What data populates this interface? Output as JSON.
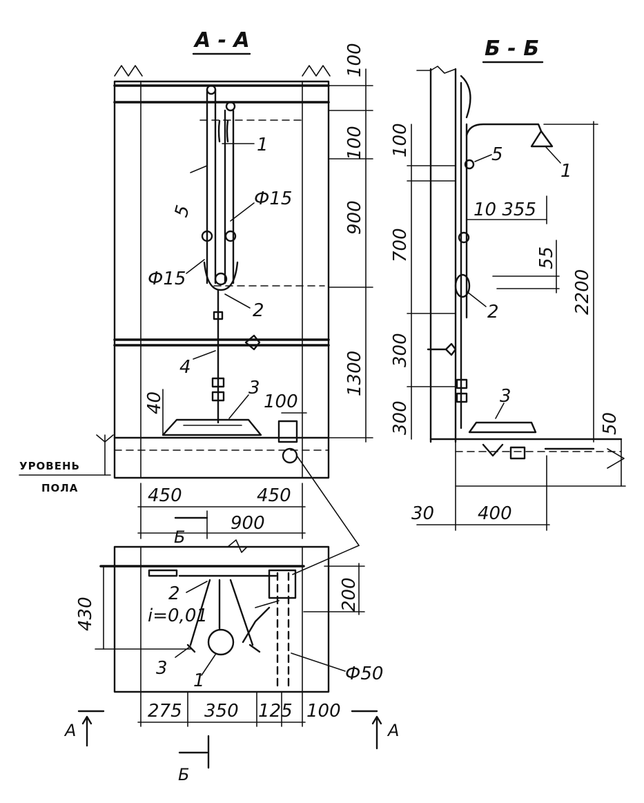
{
  "sections": {
    "aa": {
      "title": "А - А"
    },
    "bb": {
      "title": "Б - Б"
    }
  },
  "callouts": {
    "aa": [
      "1",
      "5",
      "Ф15",
      "Ф15",
      "2",
      "4",
      "3"
    ],
    "bb": [
      "5",
      "1",
      "2",
      "3"
    ],
    "plan": [
      "2",
      "i=0,01",
      "3",
      "1",
      "Ф50"
    ]
  },
  "dimensions": {
    "aa_right": [
      "100",
      "100",
      "900",
      "1300"
    ],
    "aa_inner": [
      "40",
      "100"
    ],
    "aa_bottom": [
      "450",
      "450",
      "900"
    ],
    "bb_left": [
      "100",
      "700",
      "300",
      "300"
    ],
    "bb_inner": [
      "10 355",
      "55",
      "2200",
      "50"
    ],
    "bb_bottom": [
      "30",
      "400"
    ],
    "plan_left": [
      "430"
    ],
    "plan_right": [
      "200"
    ],
    "plan_bottom": [
      "275",
      "350",
      "125",
      "100"
    ]
  },
  "labels": {
    "floor_level_line1": "УРОВЕНЬ",
    "floor_level_line2": "ПОЛА",
    "cut_b_top": "Б",
    "cut_b_bottom": "Б",
    "cut_a_left": "А",
    "cut_a_right": "А"
  }
}
